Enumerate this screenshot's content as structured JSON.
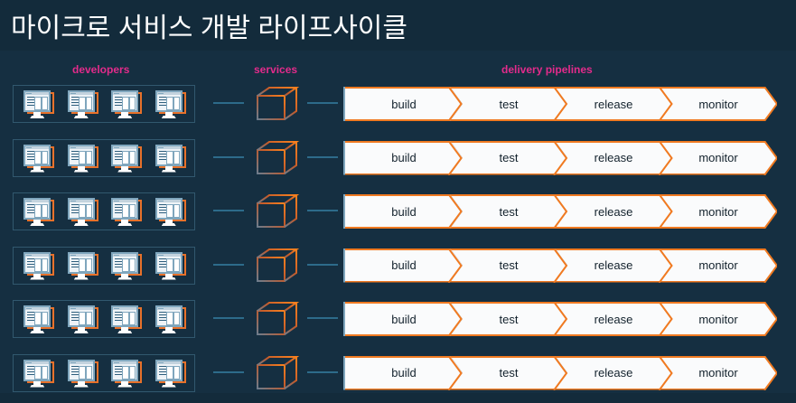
{
  "page": {
    "title": "마이크로 서비스 개발 라이프사이클",
    "background_color": "#132b3b",
    "panel_color": "#152f41"
  },
  "colors": {
    "accent_orange": "#f07a21",
    "label_magenta": "#e32b8b",
    "connector_blue": "#2d6b8a",
    "box_border": "#31586e",
    "title_text": "#ffffff",
    "stage_bg": "#fafbfc",
    "stage_text": "#12212c"
  },
  "columns": [
    {
      "key": "developers",
      "label": "developers"
    },
    {
      "key": "services",
      "label": "services"
    },
    {
      "key": "pipelines",
      "label": "delivery pipelines"
    }
  ],
  "rows": [
    {
      "id": 1,
      "developers": {
        "icon": "monitor-icon",
        "count": 4
      },
      "service": {
        "icon": "cube-icon",
        "label": ""
      },
      "pipeline": {
        "stages": [
          "build",
          "test",
          "release",
          "monitor"
        ]
      }
    },
    {
      "id": 2,
      "developers": {
        "icon": "monitor-icon",
        "count": 4
      },
      "service": {
        "icon": "cube-icon",
        "label": ""
      },
      "pipeline": {
        "stages": [
          "build",
          "test",
          "release",
          "monitor"
        ]
      }
    },
    {
      "id": 3,
      "developers": {
        "icon": "monitor-icon",
        "count": 4
      },
      "service": {
        "icon": "cube-icon",
        "label": ""
      },
      "pipeline": {
        "stages": [
          "build",
          "test",
          "release",
          "monitor"
        ]
      }
    },
    {
      "id": 4,
      "developers": {
        "icon": "monitor-icon",
        "count": 4
      },
      "service": {
        "icon": "cube-icon",
        "label": ""
      },
      "pipeline": {
        "stages": [
          "build",
          "test",
          "release",
          "monitor"
        ]
      }
    },
    {
      "id": 5,
      "developers": {
        "icon": "monitor-icon",
        "count": 4
      },
      "service": {
        "icon": "cube-icon",
        "label": ""
      },
      "pipeline": {
        "stages": [
          "build",
          "test",
          "release",
          "monitor"
        ]
      }
    },
    {
      "id": 6,
      "developers": {
        "icon": "monitor-icon",
        "count": 4
      },
      "service": {
        "icon": "cube-icon",
        "label": ""
      },
      "pipeline": {
        "stages": [
          "build",
          "test",
          "release",
          "monitor"
        ]
      }
    }
  ]
}
